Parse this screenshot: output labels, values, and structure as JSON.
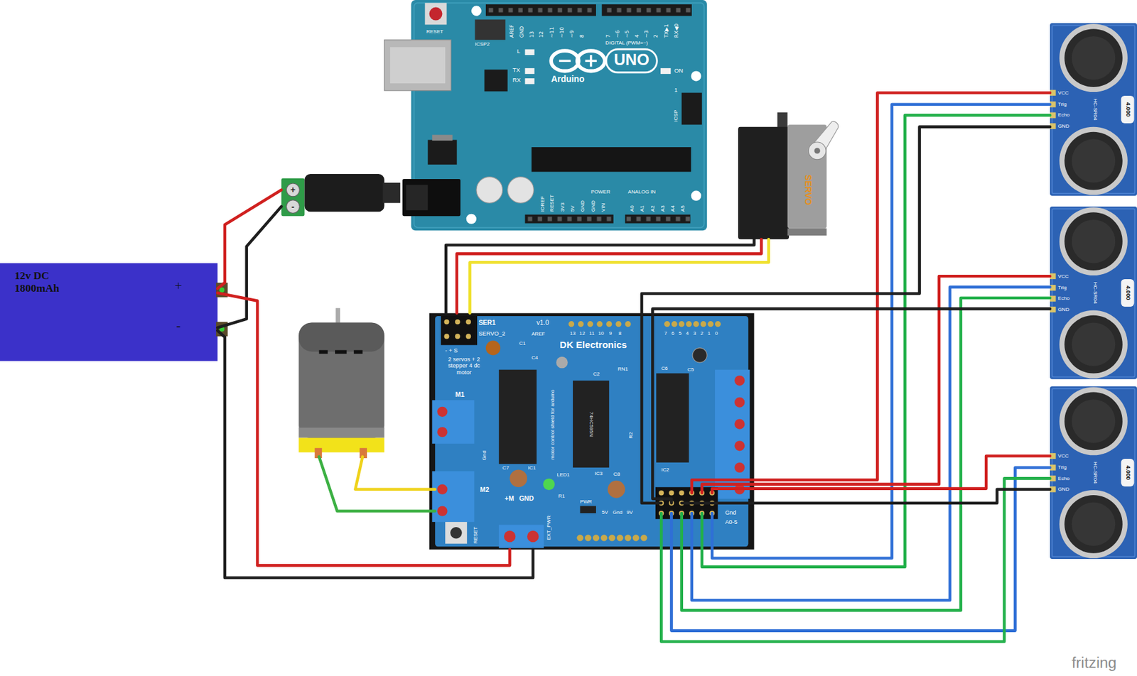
{
  "diagram": {
    "nodes": [
      {
        "text": [
          "RESET",
          "ICSP2",
          "AREF",
          "GND",
          "13",
          "12",
          "~11",
          "~10",
          "~9",
          "8",
          "7",
          "~6",
          "~5",
          "4",
          "~3",
          "2",
          "TX▶1",
          "RX◀0",
          "DIGITAL (PWM=~)",
          "L",
          "TX",
          "RX",
          "Arduino",
          "UNO",
          "ON",
          "1",
          "ICSP",
          "IOREF",
          "RESET",
          "3V3",
          "5V",
          "GND",
          "GND",
          "VIN",
          "POWER",
          "ANALOG IN",
          "A0",
          "A1",
          "A2",
          "A3",
          "A4",
          "A5"
        ]
      },
      {
        "text": [
          "VCC",
          "Trig",
          "Echo",
          "GND",
          "HC-SR04",
          "4.000"
        ]
      },
      {
        "text": [
          "SERVO"
        ]
      },
      {
        "text": [
          "+",
          "-"
        ]
      },
      {
        "text": [
          "VCC",
          "Trig",
          "Echo",
          "GND",
          "HC-SR04",
          "4.000"
        ]
      },
      {
        "text": [
          "12v DC 1800mAh",
          "+",
          "-"
        ]
      },
      {
        "text": [
          "SER1",
          "SERVO_2",
          "v1.0",
          "AREF",
          "13",
          "12",
          "11",
          "10",
          "9",
          "8",
          "7",
          "6",
          "5",
          "4",
          "3",
          "2",
          "1",
          "0",
          "DK Electronics",
          "C1",
          "- + S",
          "2 servos + 2 stepper 4 dc motor",
          "C4",
          "C2",
          "RN1",
          "C6",
          "C5",
          "M1",
          "motor control shield for arduino",
          "74HC595N",
          "Gnd",
          "R2",
          "C7",
          "IC1",
          "IC3",
          "C8",
          "IC2",
          "LED1",
          "M2",
          "+M",
          "GND",
          "R1",
          "PWR",
          "Gnd",
          "5V",
          "Gnd",
          "9V",
          "A0-5",
          "RESET",
          "EXT_PWR"
        ]
      },
      {
        "text": [
          "VCC",
          "Trig",
          "Echo",
          "GND",
          "HC-SR04",
          "4.000"
        ]
      }
    ],
    "edges": [
      {
        "from": 5,
        "to": 3,
        "arrow": "none"
      },
      {
        "from": 5,
        "to": 3,
        "arrow": "none"
      },
      {
        "from": 5,
        "to": 6,
        "arrow": "none"
      },
      {
        "from": 5,
        "to": 6,
        "arrow": "none"
      },
      {
        "from": 2,
        "to": 6,
        "arrow": "none"
      },
      {
        "from": 2,
        "to": 6,
        "arrow": "none"
      },
      {
        "from": 2,
        "to": 6,
        "arrow": "none"
      },
      {
        "from": 1,
        "to": 6,
        "arrow": "none"
      },
      {
        "from": 1,
        "to": 6,
        "arrow": "none"
      },
      {
        "from": 1,
        "to": 6,
        "arrow": "none"
      },
      {
        "from": 1,
        "to": 6,
        "arrow": "none"
      },
      {
        "from": 4,
        "to": 6,
        "arrow": "none"
      },
      {
        "from": 4,
        "to": 6,
        "arrow": "none"
      },
      {
        "from": 4,
        "to": 6,
        "arrow": "none"
      },
      {
        "from": 4,
        "to": 6,
        "arrow": "none"
      },
      {
        "from": 7,
        "to": 6,
        "arrow": "none"
      },
      {
        "from": 7,
        "to": 6,
        "arrow": "none"
      },
      {
        "from": 7,
        "to": 6,
        "arrow": "none"
      },
      {
        "from": 7,
        "to": 6,
        "arrow": "none"
      }
    ],
    "labels": [
      "fritzing"
    ]
  }
}
